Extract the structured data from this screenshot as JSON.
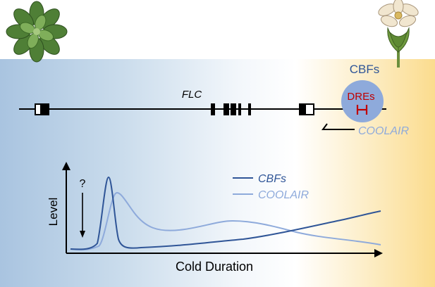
{
  "gene": {
    "name": "FLC",
    "binding_factor": "CBFs",
    "element": "DREs",
    "antisense": "COOLAIR"
  },
  "plot": {
    "y_label": "Level",
    "x_label": "Cold Duration",
    "annotation": "?",
    "legend": [
      {
        "name": "CBFs",
        "color": "#2f5597"
      },
      {
        "name": "COOLAIR",
        "color": "#8eaadb"
      }
    ]
  },
  "colors": {
    "cold": "#a9c4e0",
    "warm": "#fbdc8e",
    "dre_circle": "#8eaadb",
    "dre_text": "#c00000",
    "cbfs_label": "#2f5597",
    "coolair_label": "#8eaadb"
  },
  "icons": [
    "rosette-plant-icon",
    "flowering-plant-icon"
  ]
}
